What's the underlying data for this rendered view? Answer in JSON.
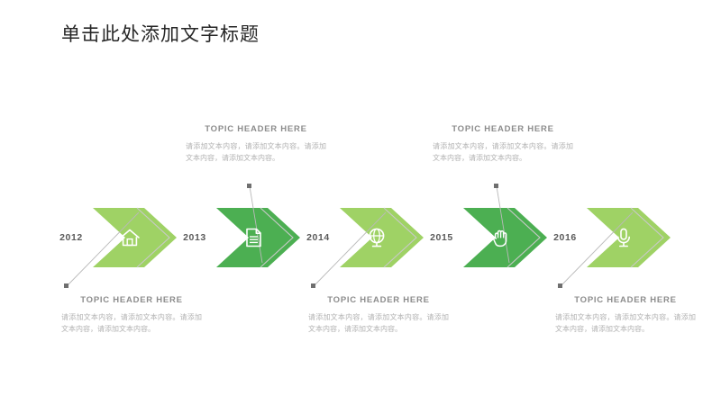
{
  "slide": {
    "title": "单击此处添加文字标题",
    "background": "#ffffff"
  },
  "theme": {
    "green_light": "#9FD265",
    "green_dark": "#4CAF52",
    "outline_stroke": "#c9c9c9",
    "connector_stroke": "#b9b9b9",
    "year_color": "#5a5a5a",
    "header_color": "#8c8c8c",
    "body_color": "#b2b2b2",
    "title_color": "#262626"
  },
  "timeline": {
    "steps": [
      {
        "year": "2012",
        "icon": "home-icon",
        "fill": "#9FD265",
        "shade": "light",
        "caption_position": "bottom"
      },
      {
        "year": "2013",
        "icon": "document-icon",
        "fill": "#4CAF52",
        "shade": "dark",
        "caption_position": "top"
      },
      {
        "year": "2014",
        "icon": "globe-icon",
        "fill": "#9FD265",
        "shade": "light",
        "caption_position": "bottom"
      },
      {
        "year": "2015",
        "icon": "hand-icon",
        "fill": "#4CAF52",
        "shade": "dark",
        "caption_position": "top"
      },
      {
        "year": "2016",
        "icon": "microphone-icon",
        "fill": "#9FD265",
        "shade": "light",
        "caption_position": "bottom"
      }
    ]
  },
  "captions": [
    {
      "header": "TOPIC HEADER HERE",
      "body": "请添加文本内容，请添加文本内容。请添加文本内容，请添加文本内容。",
      "position": "bottom",
      "step_year": "2012"
    },
    {
      "header": "TOPIC HEADER HERE",
      "body": "请添加文本内容，请添加文本内容。请添加文本内容，请添加文本内容。",
      "position": "top",
      "step_year": "2013"
    },
    {
      "header": "TOPIC HEADER HERE",
      "body": "请添加文本内容，请添加文本内容。请添加文本内容，请添加文本内容。",
      "position": "bottom",
      "step_year": "2014"
    },
    {
      "header": "TOPIC HEADER HERE",
      "body": "请添加文本内容，请添加文本内容。请添加文本内容，请添加文本内容。",
      "position": "top",
      "step_year": "2015"
    },
    {
      "header": "TOPIC HEADER HERE",
      "body": "请添加文本内容，请添加文本内容。请添加文本内容，请添加文本内容。",
      "position": "bottom",
      "step_year": "2016"
    }
  ]
}
